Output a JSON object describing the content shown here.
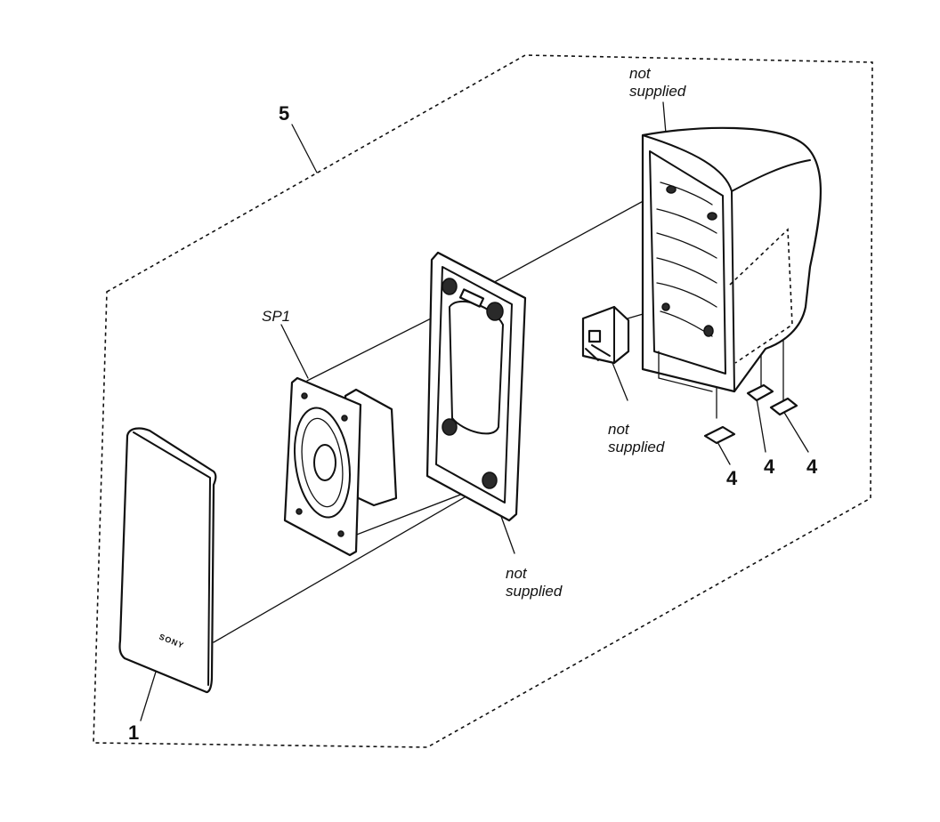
{
  "diagram": {
    "callouts": {
      "assembly": "5",
      "front_grille": "1",
      "speaker": "SP1",
      "foot_a": "4",
      "foot_b": "4",
      "foot_c": "4"
    },
    "notes": {
      "cabinet_line1": "not",
      "cabinet_line2": "supplied",
      "terminal_line1": "not",
      "terminal_line2": "supplied",
      "baffle_line1": "not",
      "baffle_line2": "supplied"
    },
    "grille_brand": "SONY"
  }
}
